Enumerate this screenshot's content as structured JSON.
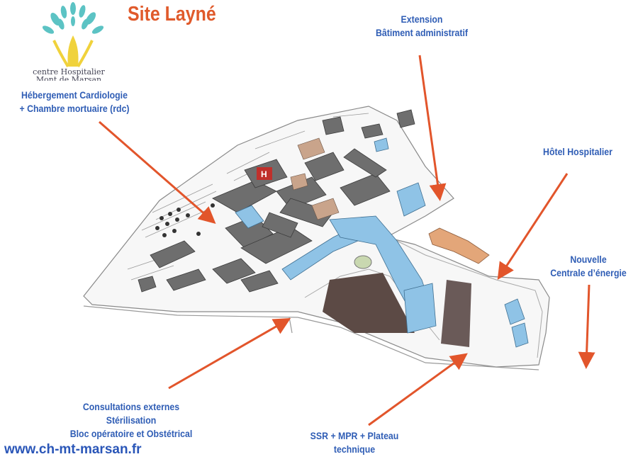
{
  "title": "Site Layné",
  "website": "www.ch-mt-marsan.fr",
  "logo": {
    "line1": "centre Hospitalier",
    "line2": "Mont de Marsan",
    "icon": "tree-logo-icon"
  },
  "labels": {
    "cardiologie": [
      "Hébergement Cardiologie",
      "+ Chambre mortuaire (rdc)"
    ],
    "extension": [
      "Extension",
      "Bâtiment administratif"
    ],
    "hotel": [
      "Hôtel Hospitalier"
    ],
    "centrale": [
      "Nouvelle",
      "Centrale d’énergie"
    ],
    "consultations": [
      "Consultations externes",
      "Stérilisation",
      "Bloc opératoire et Obstétrical"
    ],
    "ssr": [
      "SSR + MPR + Plateau",
      "technique"
    ]
  },
  "colors": {
    "title": "#e05a2b",
    "label": "#2f5db5",
    "arrow": "#e2552b",
    "existing_building": "#6e6e6e",
    "new_building": "#8fc3e6",
    "hotel_building": "#e3a679",
    "pavement": "#5c4a45"
  }
}
